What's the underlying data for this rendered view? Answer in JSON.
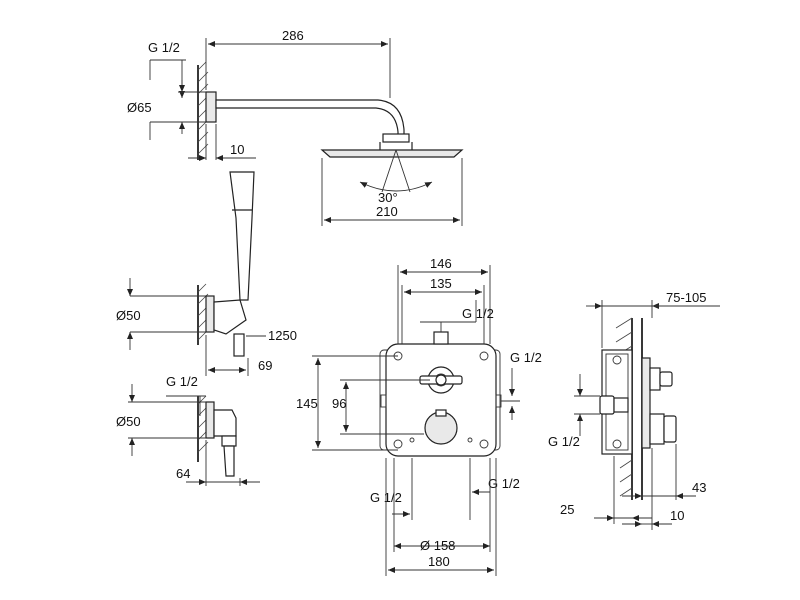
{
  "labels": {
    "width_286": "286",
    "g_half_a": "G 1/2",
    "dia_65": "Ø65",
    "depth_10_top": "10",
    "angle_30": "30°",
    "width_210": "210",
    "dia_50_a": "Ø50",
    "hose_1250": "1250",
    "proj_69": "69",
    "g_half_b": "G 1/2",
    "dia_50_b": "Ø50",
    "proj_64": "64",
    "width_146": "146",
    "width_135": "135",
    "g_half_c": "G 1/2",
    "g_half_d": "G 1/2",
    "height_145": "145",
    "height_96": "96",
    "g_half_e": "G 1/2",
    "g_half_f": "G 1/2",
    "dia_158": "Ø 158",
    "width_180": "180",
    "range_75_105": "75-105",
    "g_half_g": "G 1/2",
    "depth_25": "25",
    "depth_43": "43",
    "depth_10_bottom": "10"
  }
}
